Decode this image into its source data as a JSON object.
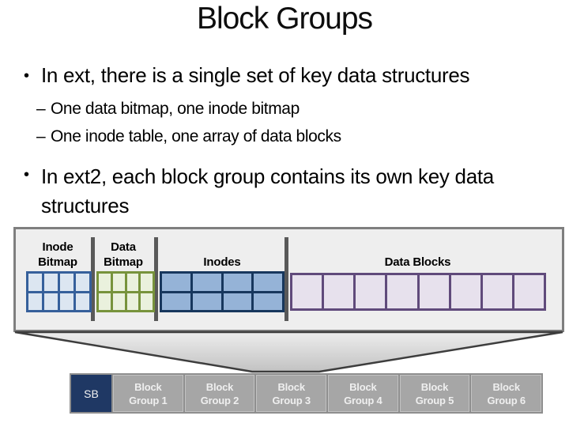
{
  "slide": {
    "title": "Block Groups",
    "bullets": [
      {
        "marker": "•",
        "text": "In ext, there is a single set of key data structures"
      },
      {
        "marker": "–",
        "text": "One data bitmap, one inode bitmap"
      },
      {
        "marker": "–",
        "text": "One inode table, one array of data blocks"
      },
      {
        "marker": "•",
        "text": "In ext2, each block group contains its own key data structures"
      }
    ]
  },
  "diagram": {
    "box_bg": "#eeeeee",
    "box_border": "#7f7f7f",
    "divider_color": "#595959",
    "sections": [
      {
        "name": "inode-bitmap",
        "label": "Inode Bitmap",
        "cols": 4,
        "rows": 2,
        "cell_color": "#dce6f1",
        "border_color": "#36609b"
      },
      {
        "name": "data-bitmap",
        "label": "Data Bitmap",
        "cols": 4,
        "rows": 2,
        "cell_color": "#eaf1dd",
        "border_color": "#77933c"
      },
      {
        "name": "inodes",
        "label": "Inodes",
        "cols": 4,
        "rows": 2,
        "cell_color": "#95b3d7",
        "border_color": "#17375d"
      },
      {
        "name": "data-blocks",
        "label": "Data Blocks",
        "cols": 8,
        "rows": 1,
        "cell_color": "#e7e1ed",
        "border_color": "#604a7b"
      }
    ]
  },
  "bottom_row": {
    "superblock_label": "SB",
    "superblock_color": "#1f3864",
    "group_color": "#a6a6a6",
    "groups": [
      "Block Group 1",
      "Block Group 2",
      "Block Group 3",
      "Block Group 4",
      "Block Group 5",
      "Block Group 6"
    ]
  }
}
